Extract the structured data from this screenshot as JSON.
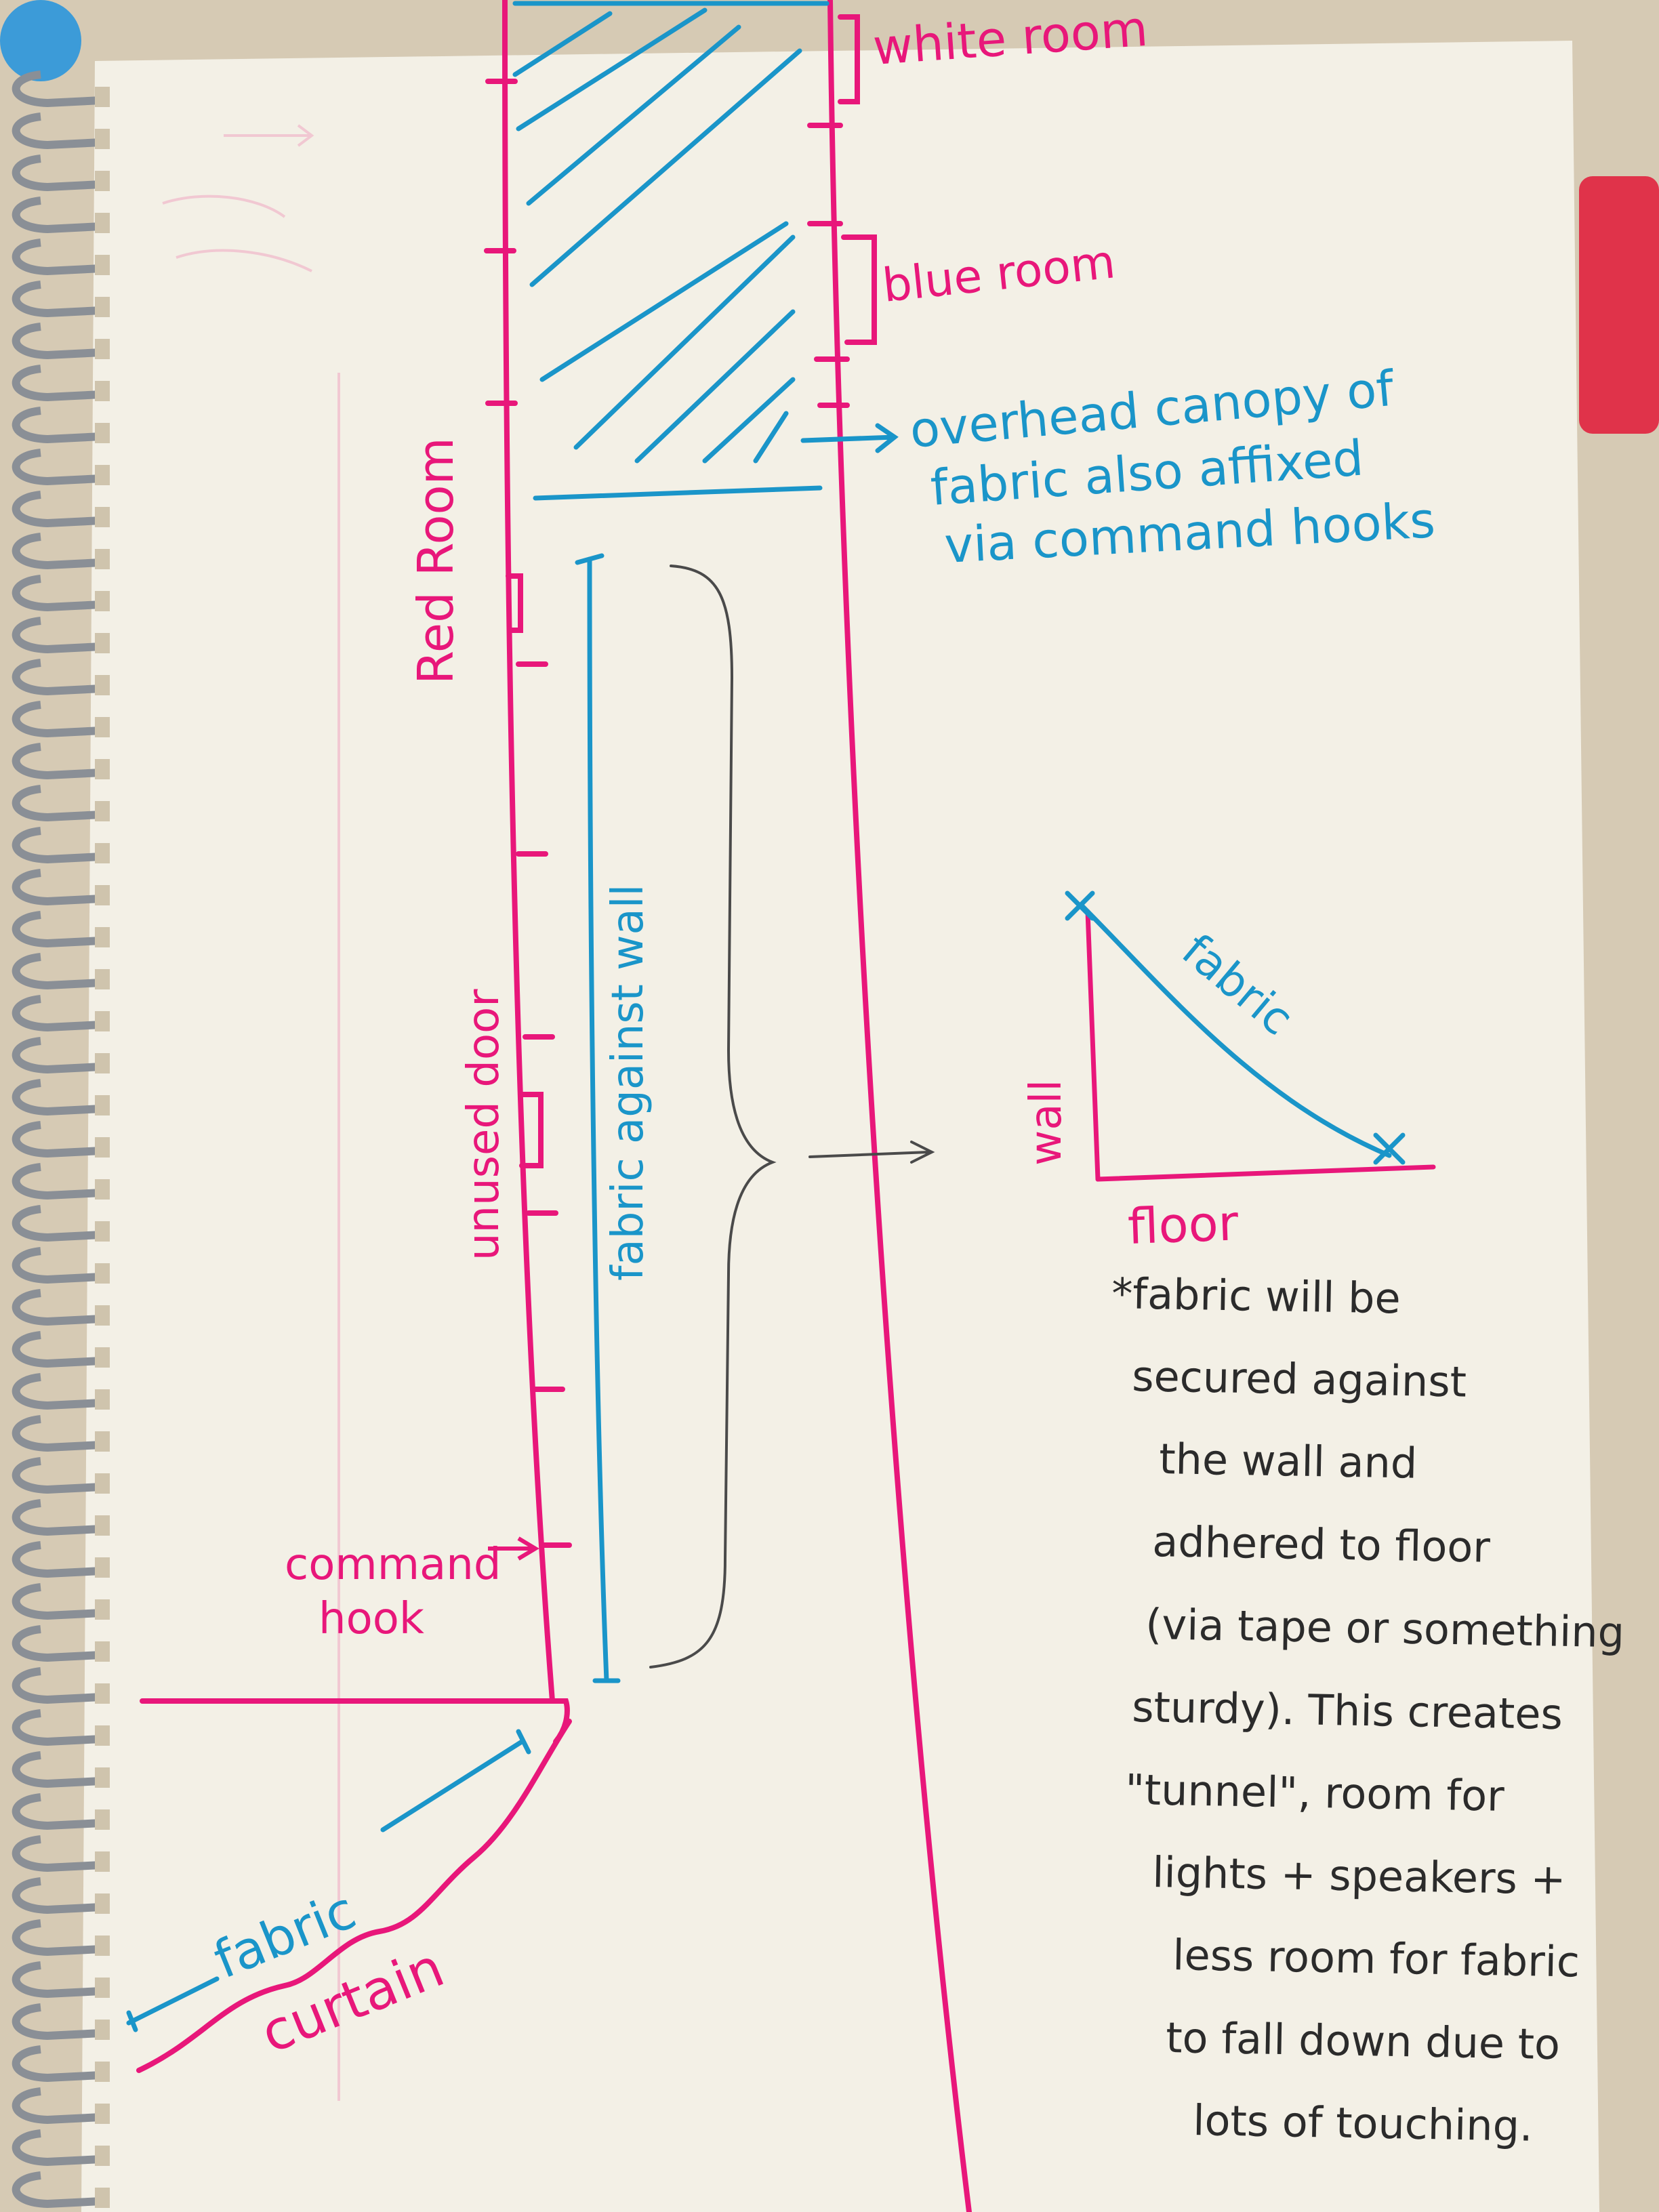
{
  "colors": {
    "paper": "#f3f0e6",
    "pink": "#e8177a",
    "blue": "#1a95c9",
    "pencil": "#4a4a4a",
    "spiral": "#8a8f96"
  },
  "labels": {
    "white_room": "white room",
    "blue_room": "blue room",
    "canopy_line1": "overhead canopy of",
    "canopy_line2": "fabric also affixed",
    "canopy_line3": "via command hooks",
    "red_room": "Red Room",
    "fabric_against_wall": "fabric against wall",
    "unused_door": "unused door",
    "command_hook_line1": "command",
    "command_hook_line2": "hook",
    "fabric_curtain_blue": "fabric",
    "fabric_curtain_pink": "curtain",
    "inset_wall": "wall",
    "inset_floor": "floor",
    "inset_fabric": "fabric"
  },
  "note": {
    "lines": [
      "*fabric will be",
      "secured against",
      "the wall and",
      "adhered to floor",
      "(via tape or something",
      "sturdy). This creates",
      "\"tunnel\", room for",
      "lights + speakers +",
      "less room for fabric",
      "to fall down due to",
      "lots of touching."
    ]
  }
}
